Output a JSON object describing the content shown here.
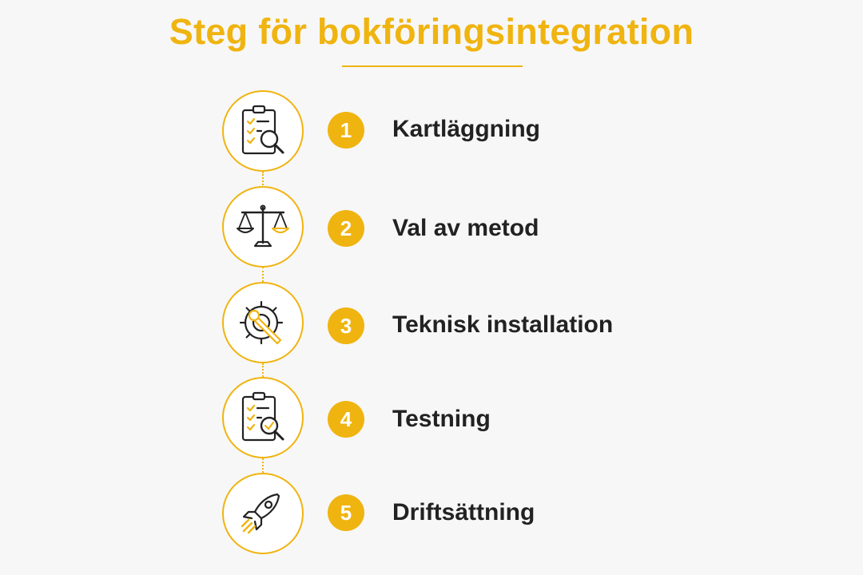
{
  "title": "Steg för bokföringsintegration",
  "colors": {
    "accent": "#f0b410",
    "text": "#222222",
    "background": "#f7f7f7"
  },
  "steps": [
    {
      "number": "1",
      "label": "Kartläggning",
      "icon": "clipboard-search-icon"
    },
    {
      "number": "2",
      "label": "Val av metod",
      "icon": "scale-icon"
    },
    {
      "number": "3",
      "label": "Teknisk installation",
      "icon": "gear-wrench-icon"
    },
    {
      "number": "4",
      "label": "Testning",
      "icon": "clipboard-check-icon"
    },
    {
      "number": "5",
      "label": "Driftsättning",
      "icon": "rocket-icon"
    }
  ]
}
